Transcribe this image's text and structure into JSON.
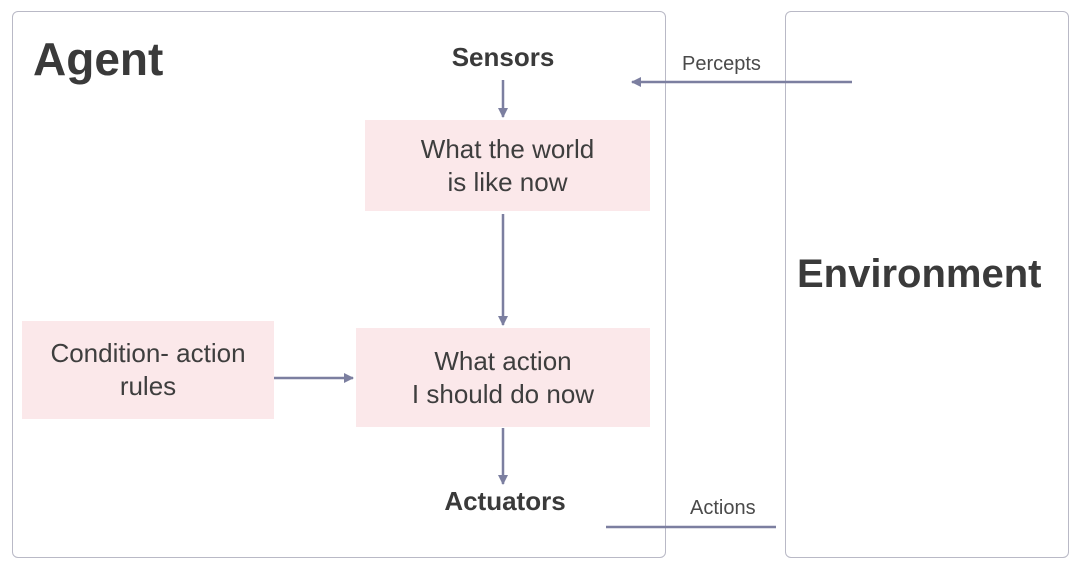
{
  "agent": {
    "title": "Agent"
  },
  "environment": {
    "title": "Environment"
  },
  "nodes": {
    "sensors": "Sensors",
    "world_state": {
      "line1": "What the world",
      "line2": "is like now"
    },
    "action_choice": {
      "line1": "What action",
      "line2": "I should do now"
    },
    "condition_rules": {
      "line1": "Condition- action",
      "line2": "rules"
    },
    "actuators": "Actuators"
  },
  "edges": {
    "percepts": "Percepts",
    "actions": "Actions"
  },
  "colors": {
    "arrow": "#7c7fa0",
    "box_fill": "#fbe8ea",
    "panel_border": "#b9b9c6",
    "text": "#3a3a3a"
  }
}
